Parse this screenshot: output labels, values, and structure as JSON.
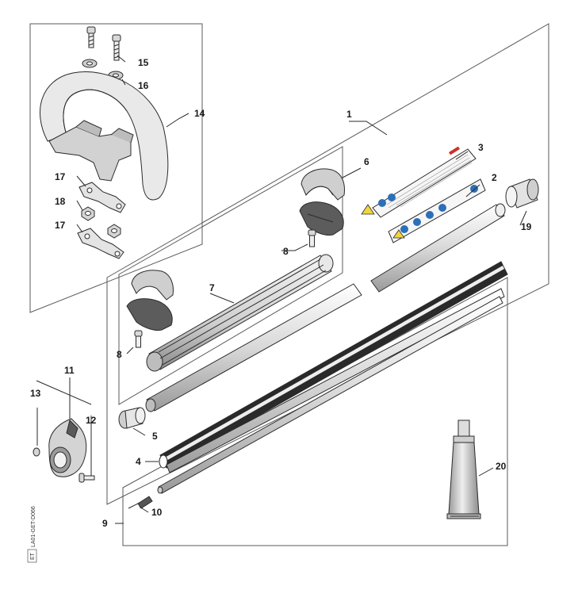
{
  "callouts": {
    "n1": "1",
    "n2": "2",
    "n3": "3",
    "n4": "4",
    "n5": "5",
    "n6": "6",
    "n7": "7",
    "n8a": "8",
    "n8b": "8",
    "n9": "9",
    "n10": "10",
    "n11": "11",
    "n12": "12",
    "n13": "13",
    "n14": "14",
    "n15": "15",
    "n16": "16",
    "n17a": "17",
    "n17b": "17",
    "n18": "18",
    "n19": "19",
    "n20": "20"
  },
  "drawing_code": "LA01-GET-D066",
  "drawing_code_box": "ET",
  "colors": {
    "line": "#2b2b2b",
    "part_fill": "#e6e6e6",
    "panel": "#5a5a5a",
    "label_blue": "#2c6fb8",
    "warning_yellow": "#f2d43c"
  }
}
